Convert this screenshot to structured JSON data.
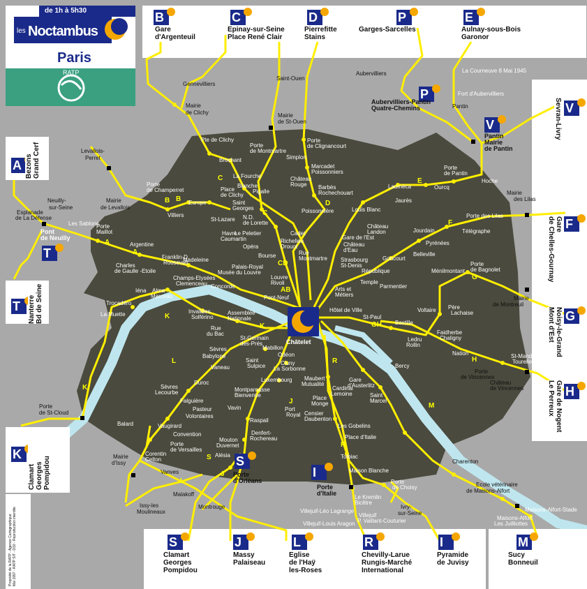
{
  "header": {
    "hours": "de 1h à 5h30",
    "brand_small": "les",
    "brand": "Noctambus",
    "city": "Paris",
    "operator": "RATP"
  },
  "hub": {
    "name": "Châtelet"
  },
  "colors": {
    "paris_area": "#4a4a3e",
    "seine": "#bfe6ee",
    "bus_line": "#ffee00",
    "outer_bg": "#a9a9a9",
    "badge_blue": "#1a2a8a",
    "logo_green": "#3aa080"
  },
  "terminals": [
    {
      "letter": "B",
      "lines": [
        "Gare",
        "d'Argenteuil"
      ]
    },
    {
      "letter": "C",
      "lines": [
        "Epinay-sur-Seine",
        "Place René  Clair"
      ]
    },
    {
      "letter": "D",
      "lines": [
        "Pierrefitte",
        "Stains"
      ]
    },
    {
      "letter": "P",
      "lines": [
        "Garges-Sarcelles"
      ]
    },
    {
      "letter": "E",
      "lines": [
        "Aulnay-sous-Bois",
        "Garonor"
      ]
    },
    {
      "letter": "V",
      "lines": [
        "Sevran-Livry"
      ]
    },
    {
      "letter": "F",
      "lines": [
        "Gare",
        "de Chelles-Gournay"
      ]
    },
    {
      "letter": "G",
      "lines": [
        "Noisy-le-Grand",
        "Mont d'Est"
      ]
    },
    {
      "letter": "H",
      "lines": [
        "Gare de Nogent",
        "Le Perreux"
      ]
    },
    {
      "letter": "M",
      "lines": [
        "Sucy",
        "Bonneuil"
      ]
    },
    {
      "letter": "I",
      "lines": [
        "Pyramide",
        "de Juvisy"
      ]
    },
    {
      "letter": "R",
      "lines": [
        "Chevilly-Larue",
        "Rungis-Marché",
        "International"
      ]
    },
    {
      "letter": "L",
      "lines": [
        "Eglise",
        "de l'Haÿ",
        "les-Roses"
      ]
    },
    {
      "letter": "J",
      "lines": [
        "Massy",
        "Palaiseau"
      ]
    },
    {
      "letter": "S",
      "lines": [
        "Clamart",
        "Georges",
        "Pompidou"
      ]
    },
    {
      "letter": "K",
      "lines": [
        "Clamart",
        "Georges",
        "Pompidou"
      ]
    },
    {
      "letter": "T",
      "lines": [
        "Nanterre",
        "Bd de Seine"
      ]
    },
    {
      "letter": "A",
      "lines": [
        "Bezons",
        "Grand Cerf"
      ]
    }
  ],
  "hubs": [
    {
      "letter": "T",
      "lines": [
        "Pont",
        "de Neuilly"
      ]
    },
    {
      "letter": "P",
      "lines": [
        "Aubervilliers-Pantin",
        "Quatre-Chemins"
      ]
    },
    {
      "letter": "V",
      "lines": [
        "Pantin",
        "Mairie",
        "de Pantin"
      ]
    },
    {
      "letter": "S",
      "lines": [
        "Porte",
        "d'Orléans"
      ]
    },
    {
      "letter": "I",
      "lines": [
        "Porte",
        "d'Italie"
      ]
    }
  ],
  "stops": [
    "Gennevilliers",
    "Mairie",
    "de Clichy",
    "Levallois-",
    "Perret",
    "Mairie",
    "de Levallois",
    "Neuilly-",
    "sur-Seine",
    "Esplanade",
    "de La Défense",
    "Les Sablons",
    "Porte",
    "Maillot",
    "Argentine",
    "Charles",
    "de Gaulle -Etoile",
    "Franklin-D.",
    "Roosevelt",
    "Champs-Elysées",
    "Clemenceau",
    "Madeleine",
    "Concorde",
    "Iéna",
    "Alma",
    "Marceau",
    "Trocadéro",
    "La Muette",
    "Invalides",
    "Solférino",
    "Assemblée",
    "Nationale",
    "Rue",
    "du Bac",
    "Sèvres",
    "Babylone",
    "Vaneau",
    "Duroc",
    "Sèvres",
    "Lecourbe",
    "Falguière",
    "Pasteur",
    "Volontaires",
    "Vaugirard",
    "Convention",
    "Porte",
    "de Versailles",
    "Balard",
    "Corentin",
    "Celton",
    "Mairie",
    "d'Issy",
    "Vanves",
    "Malakoff",
    "Issy-les",
    "Moulineaux",
    "Montrouge",
    "Porte",
    "de St-Cloud",
    "Pte de Clichy",
    "Brochant",
    "La Fourche",
    "Blanche",
    "Pigalle",
    "Place",
    "de Clichy",
    "Saint",
    "Georges",
    "N.D.",
    "de Lorette",
    "Le Peletier",
    "Cadet",
    "Richelieu",
    "Drouot",
    "Rue",
    "Montmartre",
    "Bourse",
    "Opéra",
    "Havre",
    "Caumartin",
    "St-Lazare",
    "Europe",
    "Villiers",
    "Porte",
    "de Champerret",
    "Palais-Royal",
    "Musée du Louvre",
    "Louvre",
    "Rivoli",
    "Pont-Neuf",
    "Saint-Ouen",
    "Mairie",
    "de St-Ouen",
    "Porte",
    "de Montmartre",
    "Porte",
    "de Clignancourt",
    "Simplon",
    "Marcadet",
    "Poissonniers",
    "Château",
    "Rouge",
    "Barbès",
    "Rochechouart",
    "Poissonnière",
    "Aubervilliers",
    "La Courneuve 8 Mai 1945",
    "Fort d'Aubervilliers",
    "Pantin",
    "Hoche",
    "Porte",
    "de Pantin",
    "Ourcq",
    "Lauméca",
    "Jaurès",
    "Louis Blanc",
    "Château",
    "Landon",
    "Gare de l'Est",
    "Château",
    "d'Eau",
    "Strasbourg",
    "St-Denis",
    "Arts et",
    "Métiers",
    "Temple",
    "République",
    "Parmentier",
    "Goncourt",
    "Belleville",
    "Pyrénées",
    "Jourdain",
    "Télégraphe",
    "Porte des Lilas",
    "Mairie",
    "des Lilas",
    "Ménilmontant",
    "Porte",
    "de Bagnolet",
    "Mairie",
    "de Montreuil",
    "Père",
    "Lachaise",
    "Voltaire",
    "Faidherbe",
    "Chaligny",
    "Nation",
    "Ledru",
    "Rollin",
    "Bastille",
    "St-Paul",
    "Hôtel de Ville",
    "Porte",
    "de Vincennes",
    "St-Mand",
    "Tourelle",
    "Château",
    "de Vincennes",
    "St-Germain",
    "des-Prés",
    "Mabillon",
    "Odéon",
    "Saint",
    "Sulpice",
    "Cluny",
    "La Sorbonne",
    "Luxembourg",
    "Montparnasse",
    "Bienvenüe",
    "Vavin",
    "Raspail",
    "Port",
    "Royal",
    "Denfert-",
    "Rochereau",
    "Mouton",
    "Duvernet",
    "Alésia",
    "Maubert",
    "Mutualité",
    "Cardinal",
    "Lemoine",
    "Place",
    "Monge",
    "Censier",
    "Daubenton",
    "Les Gobelins",
    "Place d'Italie",
    "Tolbiac",
    "Maison Blanche",
    "Gare",
    "d'Austerlitz",
    "Saint",
    "Marcel",
    "Bercy",
    "Porte",
    "de Choisy",
    "Ivry-",
    "sur-Seine",
    "Le Kremlin",
    "Bicêtre",
    "Villejuif",
    "P. Vaillant-Couturier",
    "Villejuif-Léo Lagrange",
    "Villejuif-Louis Aragon",
    "Charenton",
    "Ecole vétérinaire",
    "de Maisons-Alfort",
    "Maisons-Alfort-Stade",
    "Maisons-Alfort",
    "Les Juilliottes"
  ],
  "line_letters": [
    "A",
    "A",
    "B",
    "B",
    "C",
    "C",
    "CD",
    "D",
    "AB",
    "E",
    "F",
    "G",
    "GH",
    "H",
    "K",
    "K",
    "K",
    "L",
    "L",
    "J",
    "J",
    "R",
    "R",
    "M",
    "S"
  ],
  "credit": [
    "Propriété de la RATP - Agence Cartographique",
    "Mai 1997 - RATP SIT - D10 - Reproduction interdite"
  ]
}
